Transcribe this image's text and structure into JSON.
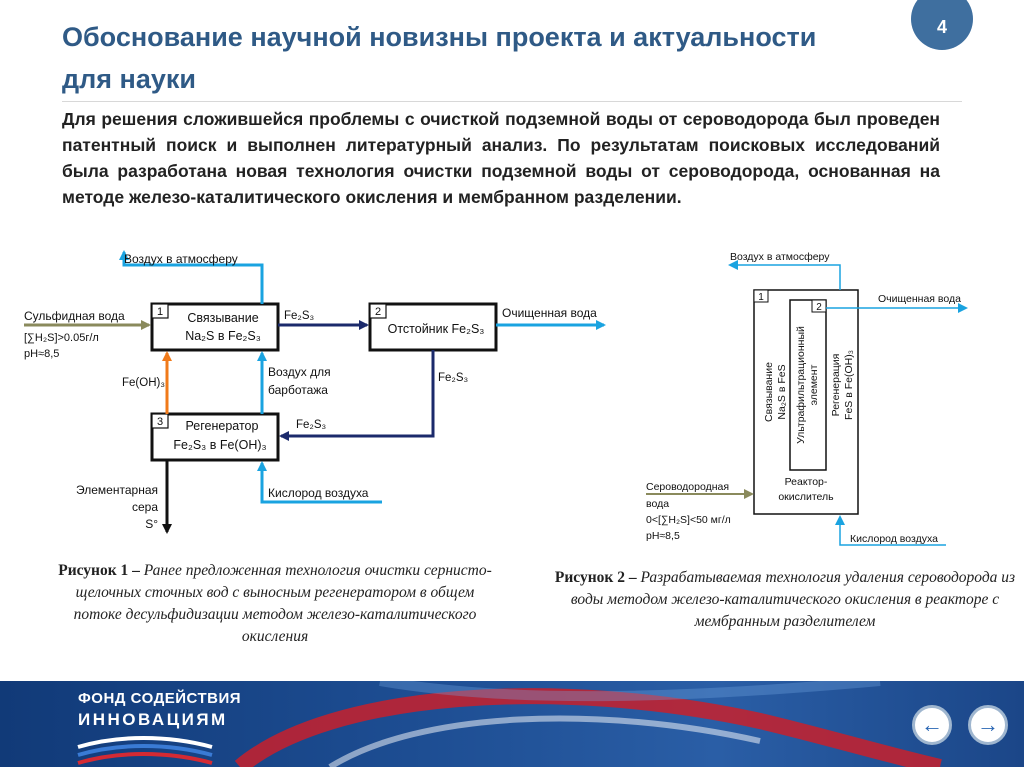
{
  "slide": {
    "title": "Обоснование научной новизны проекта и актуальности для науки",
    "page_number": "4",
    "intro": "Для решения сложившейся проблемы с очисткой подземной воды от сероводорода был проведен патентный поиск и выполнен литературный анализ. По результатам поисковых исследований была разработана новая технология очистки подземной воды от сероводорода, основанная на методе железо-каталитического окисления и мембранном разделении."
  },
  "figure1": {
    "air_out": "Воздух в атмосферу",
    "input": "Сульфидная вода",
    "input_conc": "[∑H₂S]>0.05г/л",
    "input_ph": "pH≈8,5",
    "box1_num": "1",
    "box1_line1": "Связывание",
    "box1_line2": "Na₂S в Fe₂S₃",
    "box2_num": "2",
    "box2_label": "Отстойник Fe₂S₃",
    "box3_num": "3",
    "box3_line1": "Регенератор",
    "box3_line2": "Fe₂S₃ в Fe(OH)₃",
    "fe2s3_top": "Fe₂S₃",
    "fe2s3_right": "Fe₂S₃",
    "fe2s3_return": "Fe₂S₃",
    "feoh3": "Fe(OH)₃",
    "sparge_air_1": "Воздух для",
    "sparge_air_2": "барботажа",
    "clean_water": "Очищенная вода",
    "oxygen": "Кислород воздуха",
    "sulfur_1": "Элементарная",
    "sulfur_2": "сера",
    "sulfur_3": "S°",
    "caption_bold": "Рисунок 1 –",
    "caption_text": "Ранее предложенная технология очистки сернисто-щелочных сточных вод с выносным регенератором в общем потоке десульфидизации методом железо-каталитического окисления"
  },
  "figure2": {
    "air_out": "Воздух в атмосферу",
    "clean_water": "Очищенная вода",
    "box1_num": "1",
    "box2_num": "2",
    "vert1_line1": "Связывание",
    "vert1_line2": "Na₂S в FeS",
    "vert2_line1": "Ультрафильтрационный",
    "vert2_line2": "элемент",
    "vert3_line1": "Регенерация",
    "vert3_line2": "FeS в Fe(OH)₃",
    "reactor_1": "Реактор-",
    "reactor_2": "окислитель",
    "input_1": "Сероводородная",
    "input_2": "вода",
    "input_conc": "0<[∑H₂S]<50 мг/л",
    "input_ph": "pH≈8,5",
    "oxygen": "Кислород воздуха",
    "caption_bold": "Рисунок 2 –",
    "caption_text": "Разрабатываемая технология удаления сероводорода из воды методом железо-каталитического окисления в реакторе с мембранным разделителем"
  },
  "footer": {
    "org_line1": "ФОНД СОДЕЙСТВИЯ",
    "org_line2": "ИННОВАЦИЯМ",
    "prev_icon": "arrow-left-icon",
    "next_icon": "arrow-right-icon"
  },
  "colors": {
    "title": "#2f5a86",
    "dark_blue_flow": "#1b2a6b",
    "light_blue_flow": "#1aa3e0",
    "olive_flow": "#8a8a5c",
    "orange_flow": "#f07a1a",
    "footer": "#1d4d92"
  }
}
